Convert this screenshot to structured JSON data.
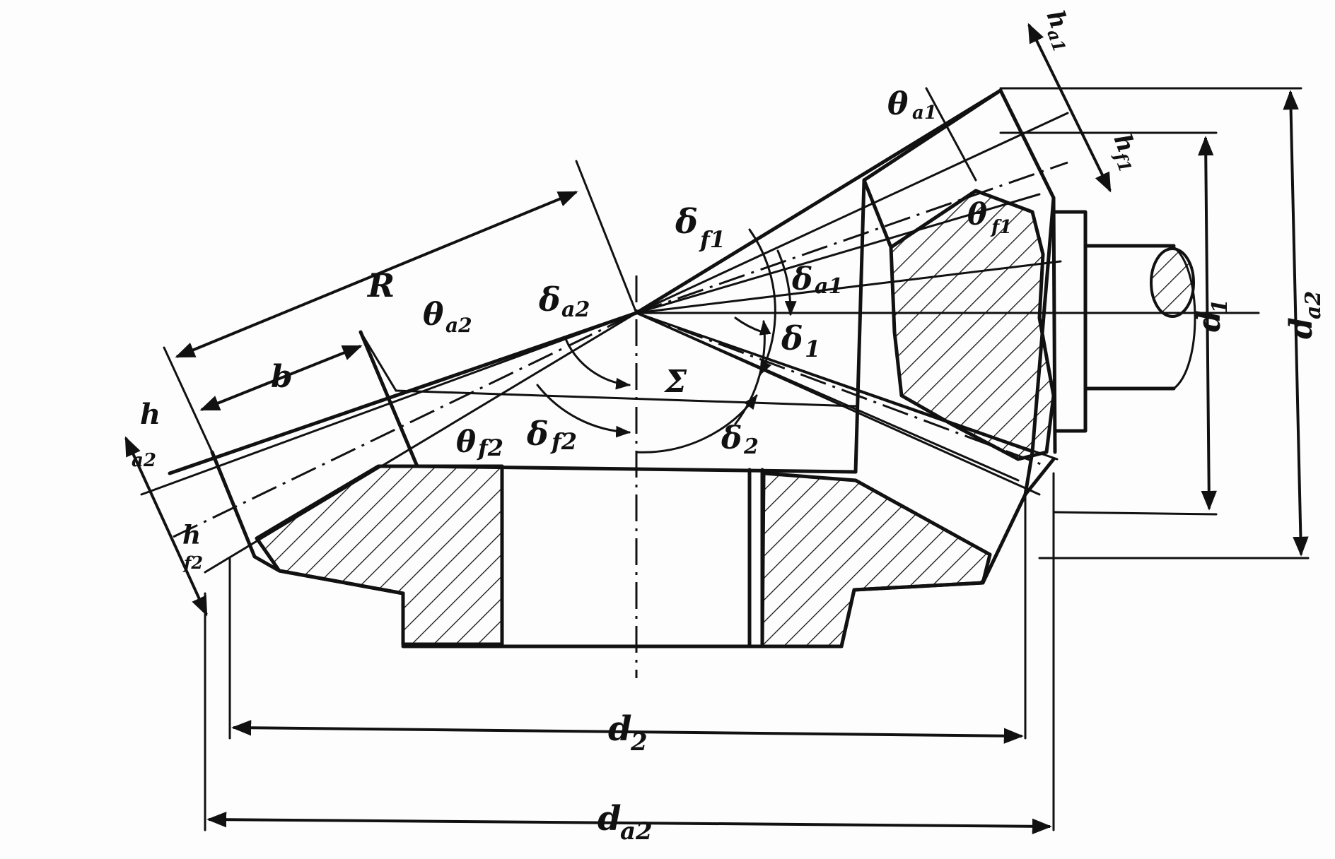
{
  "labels": {
    "R": "R",
    "b": "b",
    "h_a2": "h",
    "h_a2_sub": "a2",
    "h_f2": "h",
    "h_f2_sub": "f2",
    "theta_a2": "θ",
    "theta_a2_sub": "a2",
    "theta_f2": "θ",
    "theta_f2_sub": "f2",
    "delta_a2": "δ",
    "delta_a2_sub": "a2",
    "delta_f2": "δ",
    "delta_f2_sub": "f2",
    "delta_2": "δ",
    "delta_2_sub": "2",
    "sigma": "Σ",
    "delta_f1": "δ",
    "delta_f1_sub": "f1",
    "delta_a1": "δ",
    "delta_a1_sub": "a1",
    "delta_1": "δ",
    "delta_1_sub": "1",
    "theta_a1": "θ",
    "theta_a1_sub": "a1",
    "theta_f1": "θ",
    "theta_f1_sub": "f1",
    "h_a1": "h",
    "h_a1_sub": "a1",
    "h_f1": "h",
    "h_f1_sub": "f1",
    "d1": "d",
    "d1_sub": "1",
    "da2_right": "d",
    "da2_right_sub": "a2",
    "d2": "d",
    "d2_sub": "2",
    "da2_bottom": "d",
    "da2_bottom_sub": "a2"
  }
}
